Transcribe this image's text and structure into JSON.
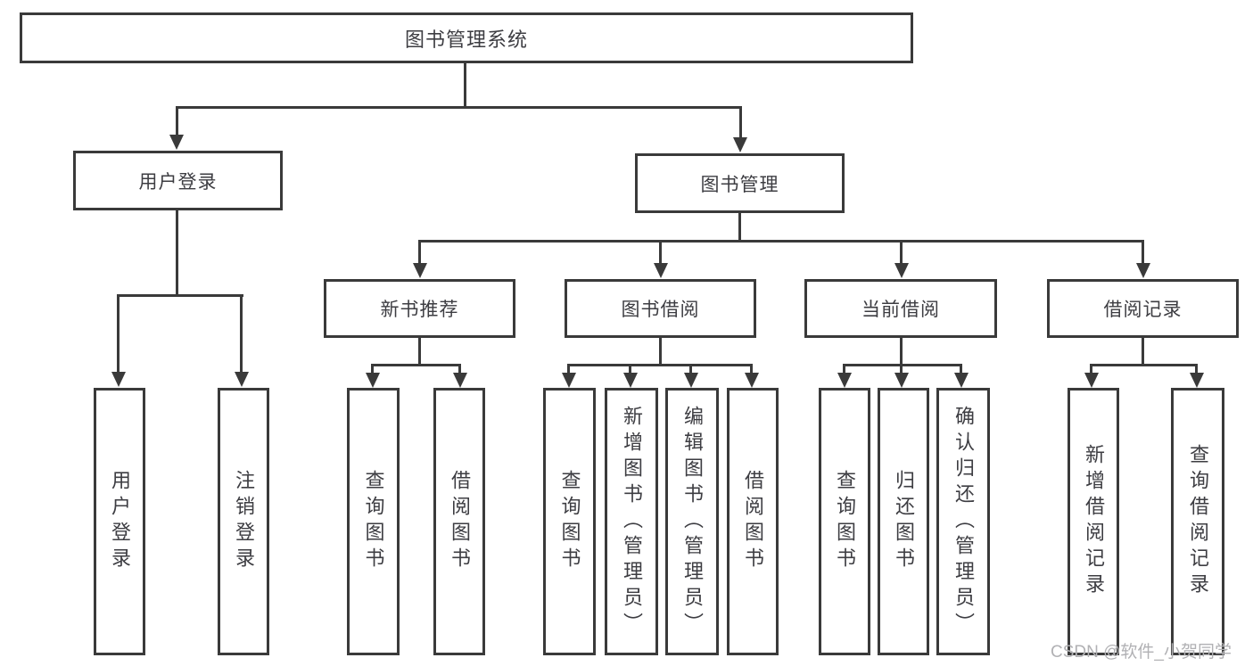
{
  "diagram": {
    "root": {
      "label": "图书管理系统"
    },
    "level2": [
      {
        "label": "用户登录"
      },
      {
        "label": "图书管理"
      }
    ],
    "level3": [
      {
        "label": "新书推荐"
      },
      {
        "label": "图书借阅"
      },
      {
        "label": "当前借阅"
      },
      {
        "label": "借阅记录"
      }
    ],
    "leaves": {
      "user_login": [
        "用户登录",
        "注销登录"
      ],
      "new_book_recommendation": [
        "查询图书",
        "借阅图书"
      ],
      "book_borrowing": [
        "查询图书",
        "新增图书（管理员）",
        "编辑图书（管理员）",
        "借阅图书"
      ],
      "current_borrowing": [
        "查询图书",
        "归还图书",
        "确认归还（管理员）"
      ],
      "borrowing_records": [
        "新增借阅记录",
        "查询借阅记录"
      ]
    }
  },
  "watermark": {
    "text": "CSDN @软件_小贺同学"
  },
  "colors": {
    "line": "#3a3a3a",
    "text": "#3d3d42",
    "watermark": "#b1b1b4",
    "background": "#ffffff"
  }
}
